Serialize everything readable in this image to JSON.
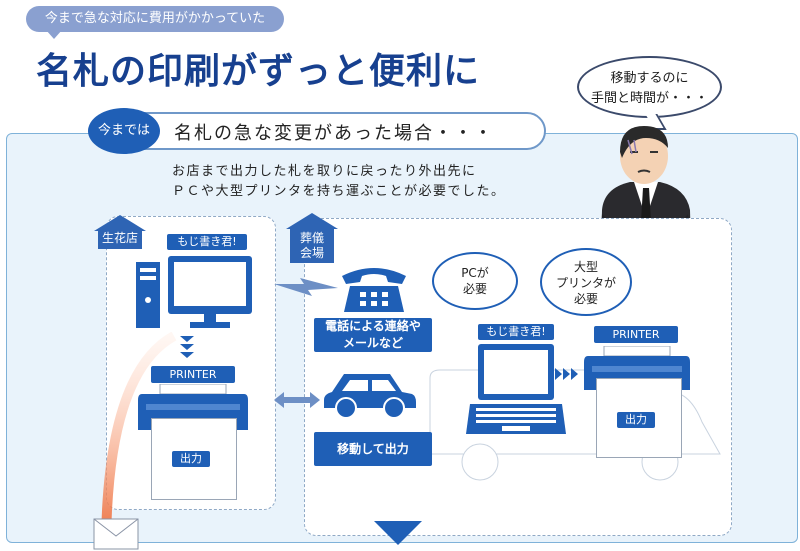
{
  "header": {
    "tag": "今まで急な対応に費用がかかっていた",
    "title": "名札の印刷がずっと便利に"
  },
  "thought_bubble": {
    "line1": "移動するのに",
    "line2": "手間と時間が・・・"
  },
  "section": {
    "badge": "今までは",
    "heading": "名札の急な変更があった場合・・・",
    "body_line1": "お店まで出力した札を取りに戻ったり外出先に",
    "body_line2": "ＰＣや大型プリンタを持ち運ぶことが必要でした。"
  },
  "left_area": {
    "place": "生花店",
    "software_label": "もじ書き君!",
    "printer_label": "PRINTER",
    "output_label": "出力"
  },
  "right_area": {
    "place_line1": "葬儀",
    "place_line2": "会場",
    "phone_label_line1": "電話による連絡や",
    "phone_label_line2": "メールなど",
    "move_label": "移動して出力",
    "pc_bubble_line1": "PCが",
    "pc_bubble_line2": "必要",
    "printer_bubble_line1": "大型",
    "printer_bubble_line2": "プリンタが",
    "printer_bubble_line3": "必要",
    "software_label": "もじ書き君!",
    "printer_label": "PRINTER",
    "output_label": "出力"
  },
  "colors": {
    "accent_blue": "#1f5fb6",
    "title_blue": "#17408f",
    "panel_bg": "#e9f3fb",
    "tag_bg": "#8aa0d0"
  }
}
